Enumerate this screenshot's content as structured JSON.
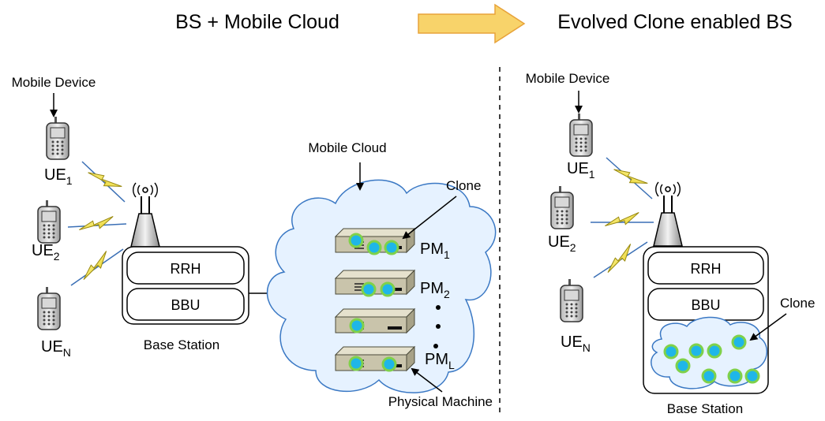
{
  "header": {
    "left_title": "BS + Mobile Cloud",
    "right_title": "Evolved Clone enabled BS"
  },
  "left": {
    "mobile_device_label": "Mobile Device",
    "ues": [
      {
        "base": "UE",
        "sub": "1"
      },
      {
        "base": "UE",
        "sub": "2"
      },
      {
        "base": "UE",
        "sub": "N"
      }
    ],
    "bs_blocks": [
      "RRH",
      "BBU"
    ],
    "base_station_label": "Base Station",
    "cloud_label": "Mobile Cloud",
    "clone_label": "Clone",
    "pms": [
      {
        "base": "PM",
        "sub": "1"
      },
      {
        "base": "PM",
        "sub": "2"
      },
      {
        "base": "PM",
        "sub": "L"
      }
    ],
    "physical_machine_label": "Physical Machine"
  },
  "right": {
    "mobile_device_label": "Mobile Device",
    "ues": [
      {
        "base": "UE",
        "sub": "1"
      },
      {
        "base": "UE",
        "sub": "2"
      },
      {
        "base": "UE",
        "sub": "N"
      }
    ],
    "bs_blocks": [
      "RRH",
      "BBU"
    ],
    "clone_label": "Clone",
    "base_station_label": "Base Station"
  },
  "colors": {
    "clone_fill": "#1fb6e8",
    "clone_ring": "#7fd14a",
    "cloud_fill": "#e6f2ff",
    "cloud_stroke": "#3a78c4",
    "arrow_fill": "#f8d36a",
    "arrow_stroke": "#e8a33a",
    "server_top": "#ddd9c6",
    "server_front": "#c4bfa6"
  }
}
